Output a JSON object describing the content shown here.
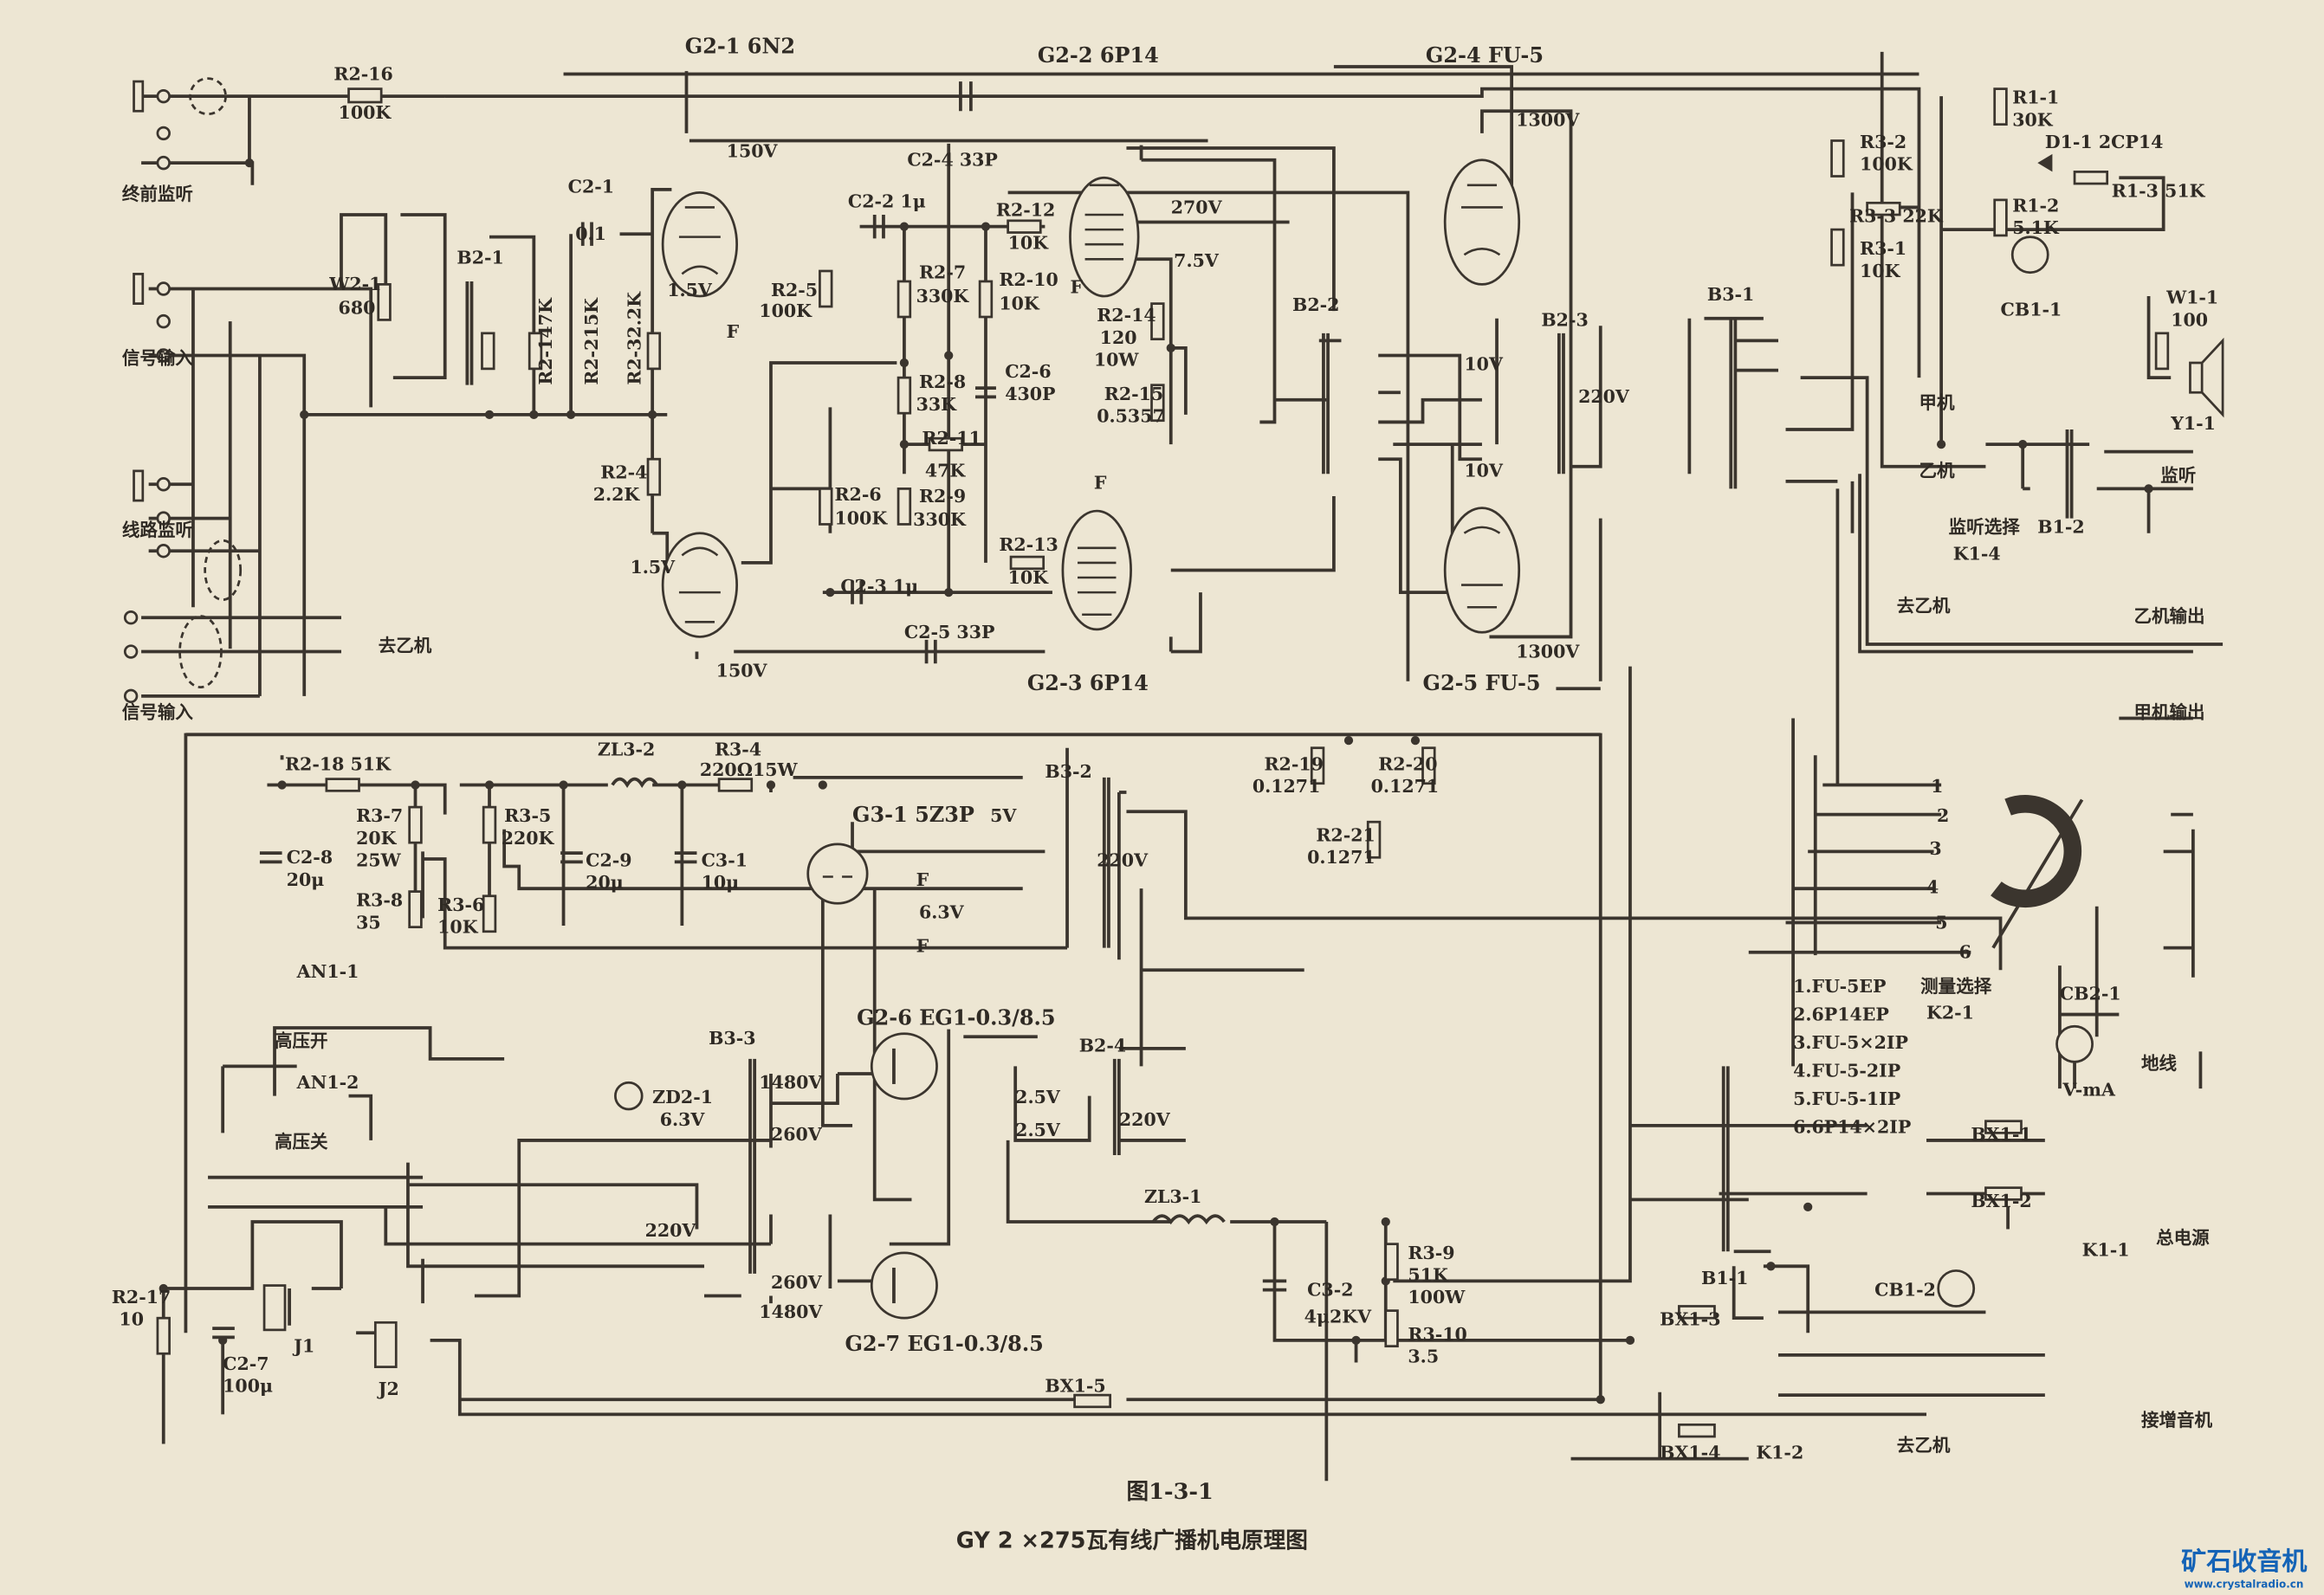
{
  "figure": {
    "number": "图1-3-1",
    "caption": "GY 2 ×275瓦有线广播机电原理图"
  },
  "tubes": {
    "g2_1": "G2-1 6N2",
    "g2_2": "G2-2 6P14",
    "g2_3": "G2-3 6P14",
    "g2_4": "G2-4 FU-5",
    "g2_5": "G2-5 FU-5",
    "g3_1": "G3-1 5Z3P",
    "g2_6": "G2-6 EG1-0.3/8.5",
    "g2_7": "G2-7 EG1-0.3/8.5"
  },
  "jacks": {
    "pre_final_monitor": "终前监听",
    "signal_input_1": "信号输入",
    "line_monitor": "线路监听",
    "signal_input_2": "信号输入",
    "to_b_unit_1": "去乙机",
    "to_b_unit_2": "去乙机",
    "to_b_unit_3": "去乙机",
    "b_unit_output": "乙机输出",
    "a_unit_output": "甲机输出",
    "unit_a": "甲机",
    "unit_b": "乙机",
    "monitor": "监听",
    "monitor_select": "监听选择",
    "ground": "地线",
    "main_power": "总电源",
    "booster": "接增音机",
    "hv_on": "高压开",
    "hv_off": "高压关",
    "measure_select": "测量选择"
  },
  "components": {
    "r2_16": "R2-16",
    "r2_16_v": "100K",
    "c2_1": "C2-1",
    "c2_1_v": "0.1",
    "b2_1": "B2-1",
    "w2_1": "W2-1",
    "w2_1_v": "680",
    "r2_1": "R2-147K",
    "r2_2": "R2-215K",
    "r2_3": "R2-32.2K",
    "r2_4": "R2-4",
    "r2_4_v": "2.2K",
    "r2_5": "R2-5",
    "r2_5_v": "100K",
    "r2_6": "R2-6",
    "r2_6_v": "100K",
    "r2_7": "R2-7",
    "r2_7_v": "330K",
    "r2_8": "R2-8",
    "r2_8_v": "33K",
    "r2_9": "R2-9",
    "r2_9_v": "330K",
    "r2_10": "R2-10",
    "r2_10_v": "10K",
    "r2_11": "R2-11",
    "r2_11_v": "47K",
    "r2_12": "R2-12",
    "r2_12_v": "10K",
    "r2_13": "R2-13",
    "r2_13_v": "10K",
    "r2_14": "R2-14",
    "r2_14_v": "120",
    "r2_14_w": "10W",
    "r2_15": "R2-15",
    "r2_15_v": "0.5357",
    "c2_2": "C2-2 1μ",
    "c2_3": "C2-3 1μ",
    "c2_4": "C2-4 33P",
    "c2_5": "C2-5 33P",
    "c2_6": "C2-6",
    "c2_6_v": "430P",
    "b2_2": "B2-2",
    "b2_3": "B2-3",
    "b3_1": "B3-1",
    "r3_2": "R3-2",
    "r3_2_v": "100K",
    "r3_3": "R3-3 22K",
    "r3_1": "R3-1",
    "r3_1_v": "10K",
    "r1_1": "R1-1",
    "r1_1_v": "30K",
    "d1_1": "D1-1 2CP14",
    "r1_3": "R1-3 51K",
    "r1_2": "R1-2",
    "r1_2_v": "5.1K",
    "cb1_1": "CB1-1",
    "w1_1": "W1-1",
    "w1_1_v": "100",
    "y1_1": "Y1-1",
    "b1_2": "B1-2",
    "k1_4": "K1-4",
    "r2_18": "R2-18 51K",
    "c2_8": "C2-8",
    "c2_8_v": "20μ",
    "r3_7": "R3-7",
    "r3_7_v": "20K",
    "r3_7_w": "25W",
    "r3_8": "R3-8",
    "r3_8_v": "35",
    "r3_5": "R3-5",
    "r3_5_v": "220K",
    "r3_6": "R3-6",
    "r3_6_v": "10K",
    "zl3_2": "ZL3-2",
    "r3_4": "R3-4",
    "r3_4_v": "220Ω15W",
    "c2_9": "C2-9",
    "c2_9_v": "20μ",
    "c3_1": "C3-1",
    "c3_1_v": "10μ",
    "b3_2": "B3-2",
    "an1_1": "AN1-1",
    "an1_2": "AN1-2",
    "zd2_1": "ZD2-1",
    "zd2_1_v": "6.3V",
    "b3_3": "B3-3",
    "b2_4": "B2-4",
    "zl3_1": "ZL3-1",
    "c3_2": "C3-2",
    "c3_2_v": "4μ2KV",
    "r3_9": "R3-9",
    "r3_9_v": "51K",
    "r3_9_w": "100W",
    "r3_10": "R3-10",
    "r3_10_v": "3.5",
    "j1": "J1",
    "j2": "J2",
    "r2_17": "R2-17",
    "r2_17_v": "10",
    "c2_7": "C2-7",
    "c2_7_v": "100μ",
    "bx1_1": "BX1-1",
    "bx1_2": "BX1-2",
    "bx1_3": "BX1-3",
    "bx1_4": "BX1-4",
    "bx1_5": "BX1-5",
    "k1_1": "K1-1",
    "k1_2": "K1-2",
    "k2_1": "K2-1",
    "b1_1": "B1-1",
    "cb1_2": "CB1-2",
    "cb2_1": "CB2-1",
    "v_ma": "V-mA",
    "r2_19": "R2-19",
    "r2_19_v": "0.1271",
    "r2_20": "R2-20",
    "r2_20_v": "0.1271",
    "r2_21": "R2-21",
    "r2_21_v": "0.1271"
  },
  "voltages": {
    "v150a": "150V",
    "v150b": "150V",
    "v1_5a": "1.5V",
    "v1_5b": "1.5V",
    "v270": "270V",
    "v7_5": "7.5V",
    "v1300a": "1300V",
    "v1300b": "1300V",
    "v10a": "10V",
    "v10b": "10V",
    "v220a": "220V",
    "v220b": "220V",
    "v220c": "220V",
    "v220d": "220V",
    "v5": "5V",
    "v6_3": "6.3V",
    "f1": "F",
    "f2": "F",
    "f3": "F",
    "f4": "F",
    "f5": "F",
    "v1480a": "1480V",
    "v260a": "260V",
    "v260b": "260V",
    "v1480b": "1480V",
    "v2_5a": "2.5V",
    "v2_5b": "2.5V"
  },
  "measure_list": [
    "1.FU-5EP",
    "2.6P14EP",
    "3.FU-5×2IP",
    "4.FU-5-2IP",
    "5.FU-5-1IP",
    "6.6P14×2IP"
  ],
  "switch_positions": [
    "1",
    "2",
    "3",
    "4",
    "5",
    "6"
  ],
  "watermark": {
    "name": "矿石收音机",
    "url": "www.crystalradio.cn"
  }
}
